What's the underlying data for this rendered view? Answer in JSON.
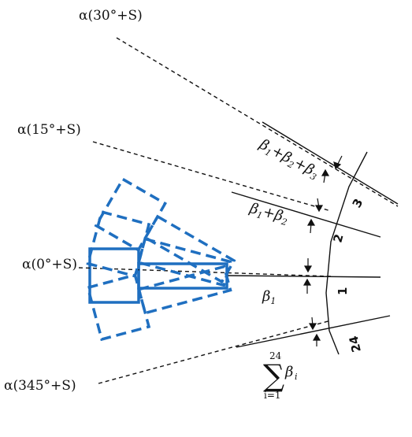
{
  "colors": {
    "accent_blue": "#1f6fc0",
    "line": "#111111"
  },
  "positions": [
    {
      "id": "pos-30",
      "label": "α(30°+S)"
    },
    {
      "id": "pos-15",
      "label": "α(15°+S)"
    },
    {
      "id": "pos-0",
      "label": "α(0°+S)"
    },
    {
      "id": "pos-345",
      "label": "α(345°+S)"
    }
  ],
  "angle_labels": {
    "beta": "β",
    "plus": "+",
    "sub1": "1",
    "sub2": "2",
    "sub3": "3",
    "subi": "i",
    "sum_symbol": "∑",
    "sum_upper": "24",
    "sum_lower": "i=1"
  },
  "segment_numbers": [
    "1",
    "2",
    "3",
    "24"
  ]
}
